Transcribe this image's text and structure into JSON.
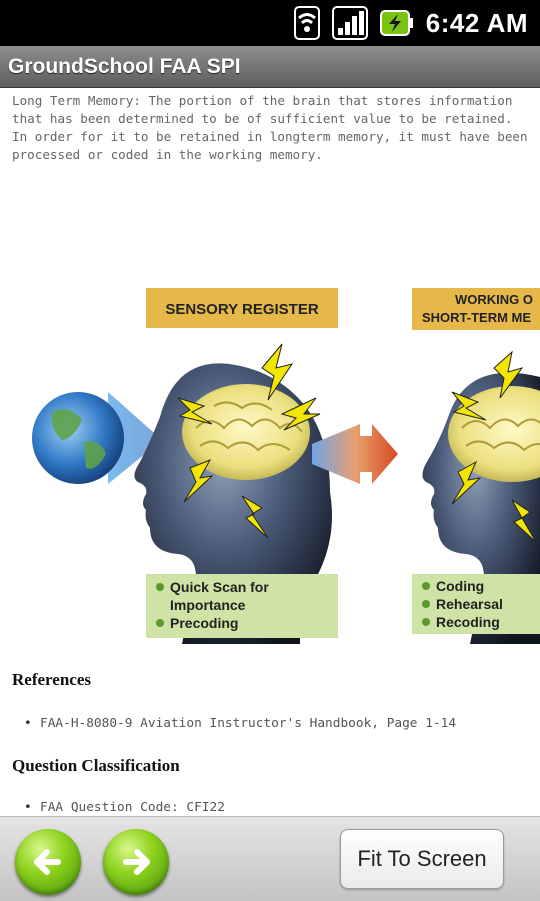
{
  "status_bar": {
    "time": "6:42 AM",
    "icons": [
      "wifi-icon",
      "signal-icon",
      "battery-charging-icon"
    ]
  },
  "app": {
    "title": "GroundSchool FAA SPI"
  },
  "content": {
    "intro": "Long Term Memory: The portion of the brain that stores information that has been determined to be of sufficient value to be retained. In order for it to be retained in longterm memory, it must have been processed or coded in the working memory.",
    "figure": {
      "panel1": {
        "title": "SENSORY REGISTER",
        "items": [
          "Quick Scan for",
          "Importance",
          "Precoding"
        ]
      },
      "panel2": {
        "title_line1": "WORKING O",
        "title_line2": "SHORT-TERM ME",
        "items": [
          "Coding",
          "Rehearsal",
          "Recoding"
        ]
      }
    },
    "references_heading": "References",
    "references": [
      "FAA-H-8080-9 Aviation Instructor's Handbook, Page 1-14"
    ],
    "classification_heading": "Question Classification",
    "classification_items": [
      "FAA Question Code: CFI22"
    ]
  },
  "bottom_bar": {
    "back_icon": "arrow-left-icon",
    "forward_icon": "arrow-right-icon",
    "fit_label": "Fit To Screen"
  },
  "colors": {
    "title_bar": "#6e6e6e",
    "label_box_gold": "#e6b84a",
    "bullet_box_green": "#cfe3a6",
    "button_green": "#8fd21f"
  }
}
